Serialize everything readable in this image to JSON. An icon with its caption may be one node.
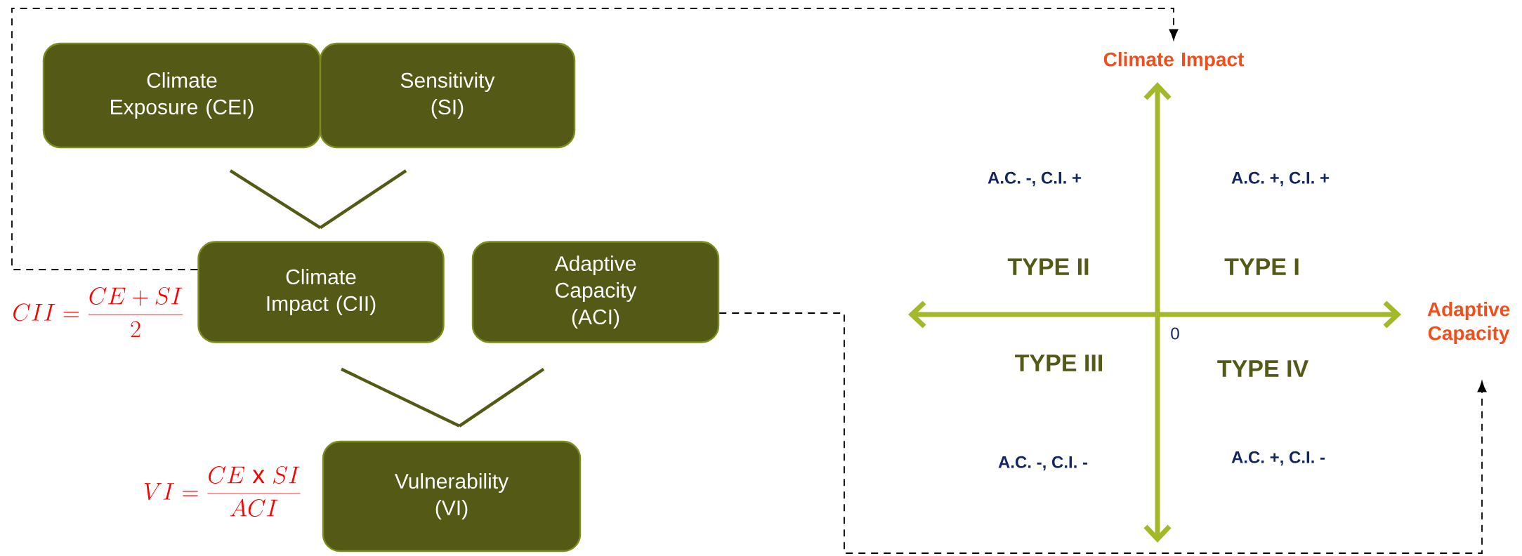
{
  "diagram": {
    "nodes": [
      {
        "text": [
          "Climate Exposure (CEI)"
        ]
      },
      {
        "text": [
          "Sensitivity (SI)"
        ]
      },
      {
        "text": [
          "Climate Impact (CII)"
        ],
        "beside": [
          "CII = \\frac{CE + SI}{2}"
        ]
      },
      {
        "text": [
          "Adaptive Capacity (ACI)"
        ]
      },
      {
        "text": [
          "Vulnerability (VI)"
        ],
        "beside": [
          "VI = \\frac{CE\\ \\mathrm{x}\\ SI}{ACI}"
        ]
      },
      {
        "text": [
          "Climate Impact"
        ]
      },
      {
        "text": [
          "Adaptive Capacity"
        ]
      }
    ],
    "edges": [
      {
        "from": 0,
        "to": 2,
        "arrow": "none"
      },
      {
        "from": 1,
        "to": 2,
        "arrow": "none"
      },
      {
        "from": 2,
        "to": 4,
        "arrow": "none"
      },
      {
        "from": 3,
        "to": 4,
        "arrow": "none"
      },
      {
        "from": 2,
        "to": 5,
        "arrow": "to",
        "style": "dashed",
        "color": "#000000"
      },
      {
        "from": 3,
        "to": 6,
        "arrow": "to",
        "style": "dashed",
        "color": "#000000"
      }
    ],
    "labels": [
      "A.C. -, C.I. +",
      "A.C. +, C.I. +",
      "TYPE II",
      "TYPE I",
      "0",
      "TYPE III",
      "TYPE IV",
      "A.C. -, C.I. -",
      "A.C. +, C.I. -"
    ]
  }
}
